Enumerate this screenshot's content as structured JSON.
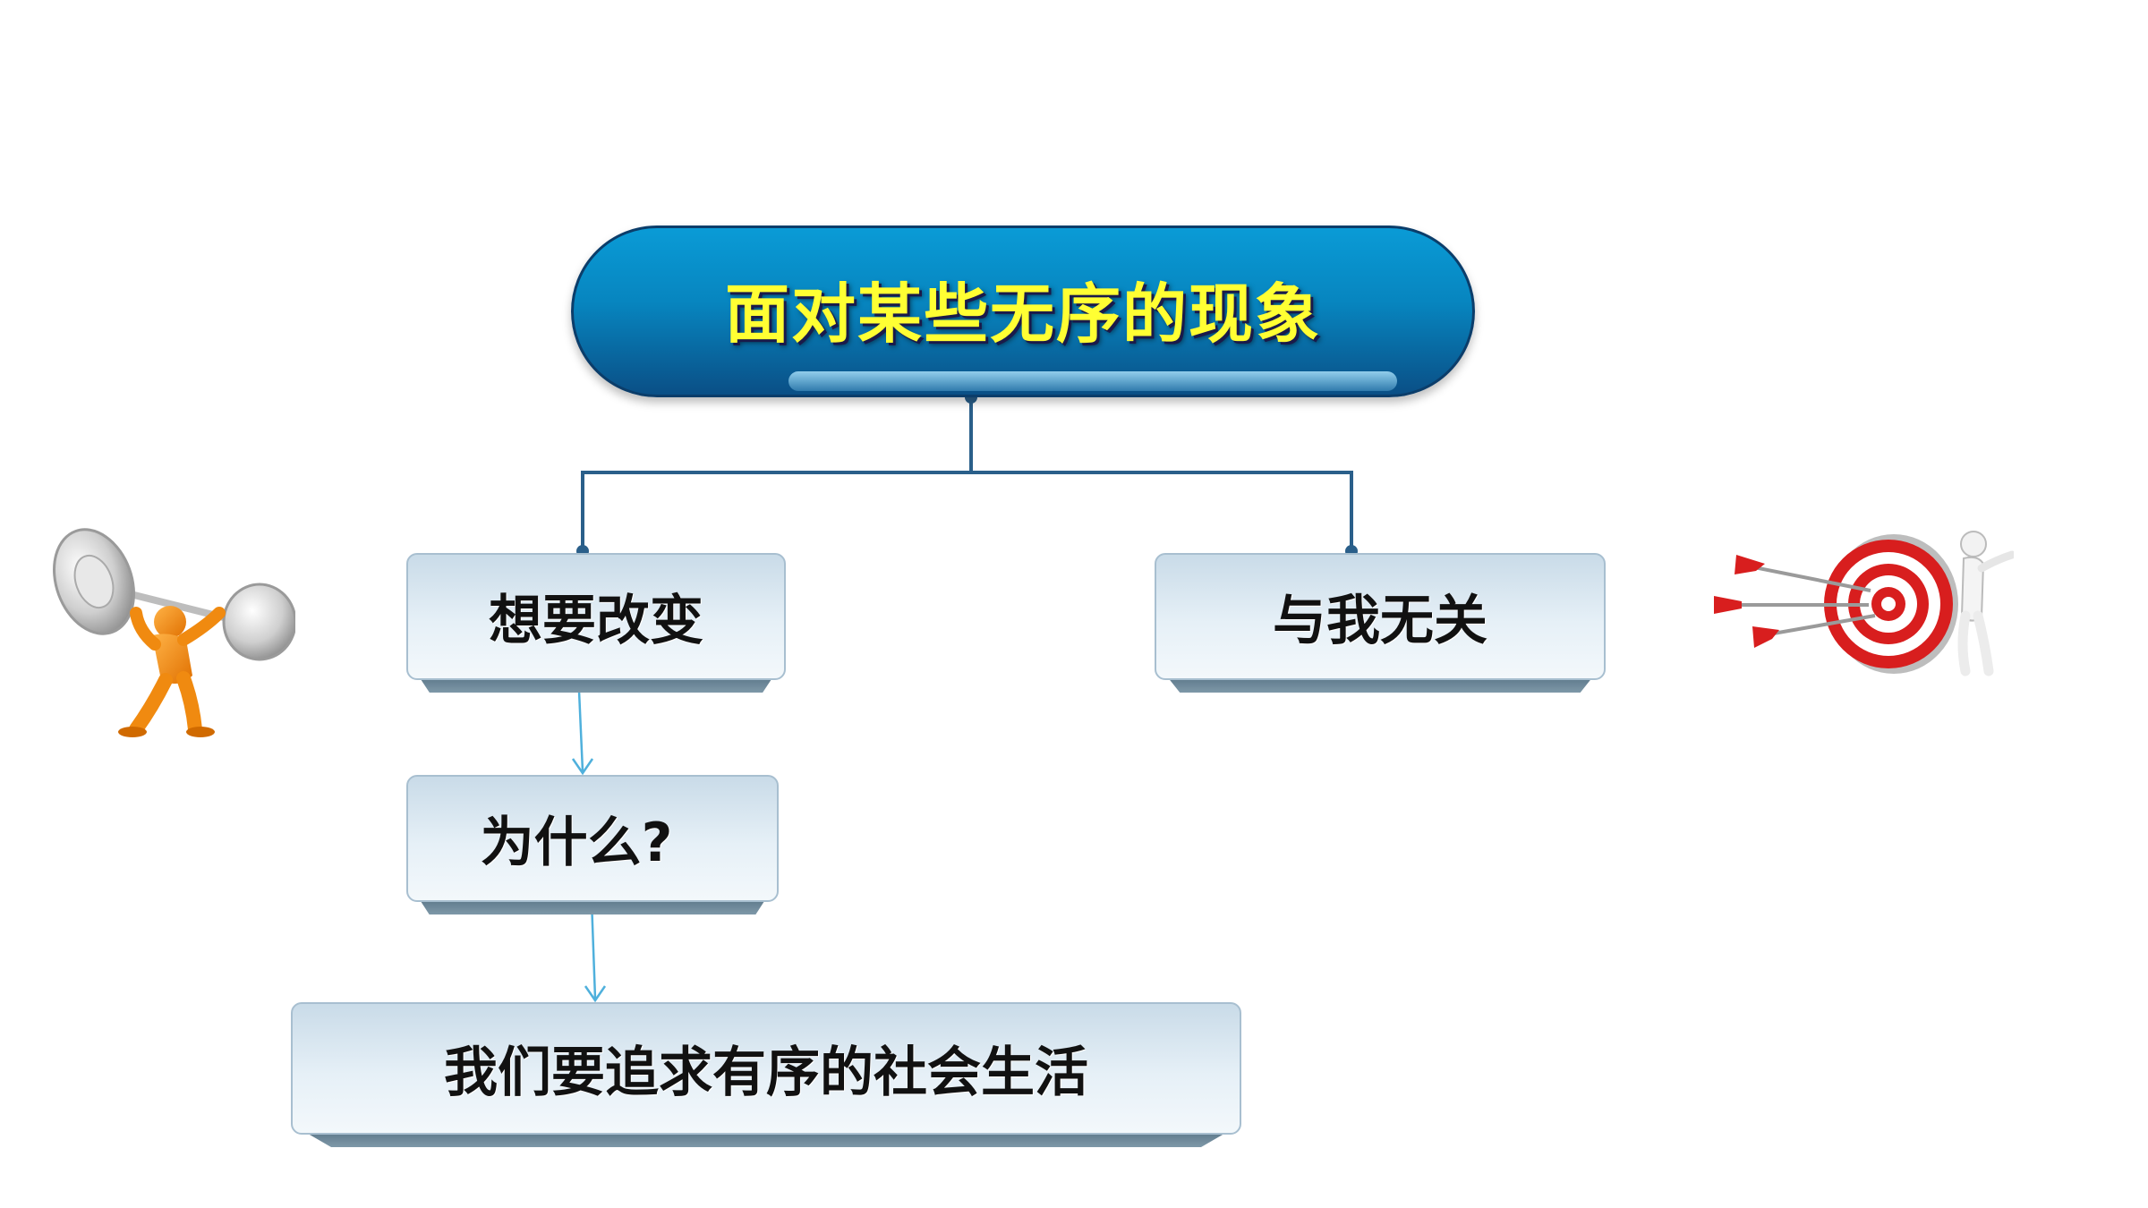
{
  "diagram": {
    "root": {
      "label": "面对某些无序的现象"
    },
    "branches": [
      {
        "id": "change",
        "label": "想要改变"
      },
      {
        "id": "unrelated",
        "label": "与我无关"
      }
    ],
    "flow": [
      {
        "id": "why",
        "label": "为什么?"
      },
      {
        "id": "goal",
        "label": "我们要追求有序的社会生活"
      }
    ]
  },
  "colors": {
    "title_fill": "#0785bf",
    "title_text": "#ffff33",
    "box_fill": "#e6f0f7",
    "connector": "#2a5f8a",
    "arrow": "#4fb0dc"
  },
  "icons": [
    "weightlifter-icon",
    "target-with-darts-icon"
  ]
}
